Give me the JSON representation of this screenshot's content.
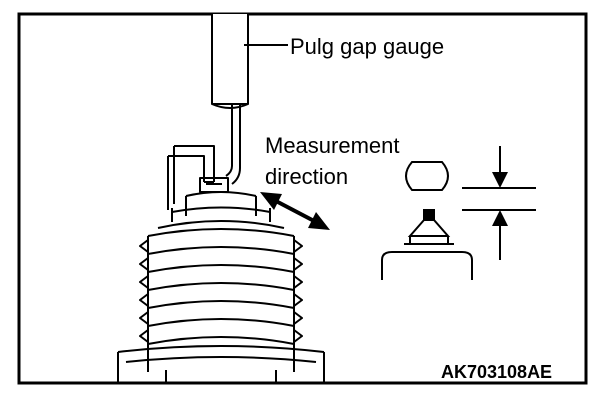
{
  "labels": {
    "gauge": "Pulg gap gauge",
    "measurement_line1": "Measurement",
    "measurement_line2": "direction",
    "figure_code": "AK703108AE"
  },
  "colors": {
    "line": "#000000",
    "background": "#ffffff"
  }
}
